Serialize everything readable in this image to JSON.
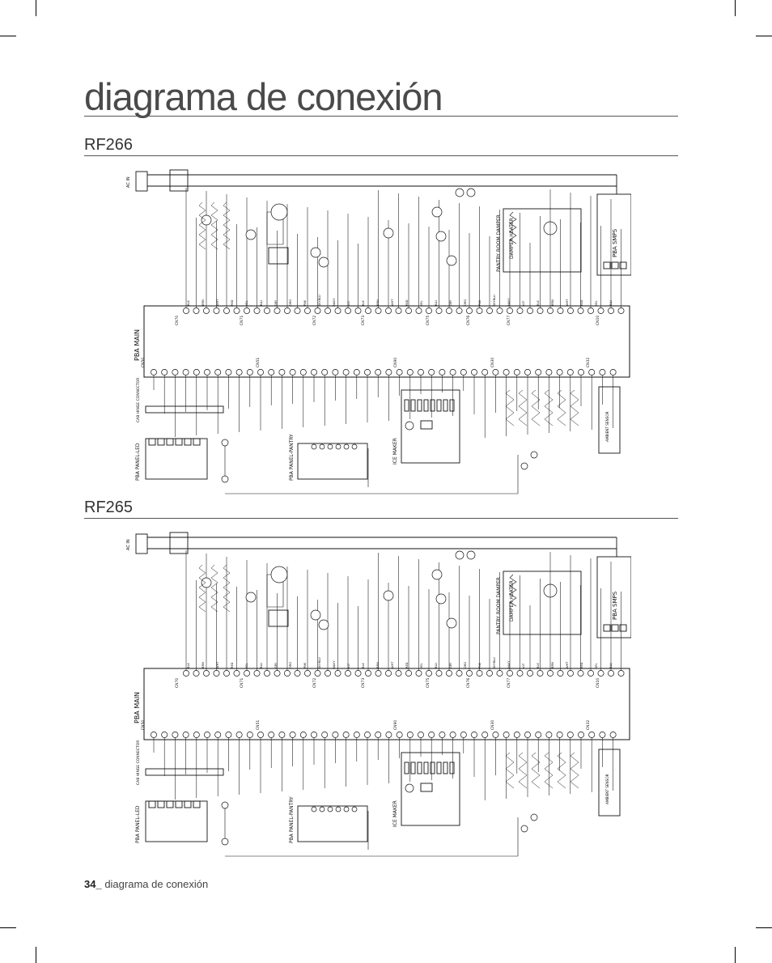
{
  "page": {
    "title": "diagrama de conexión",
    "footer_number": "34_",
    "footer_text": " diagrama de conexión"
  },
  "sections": [
    {
      "model": "RF266"
    },
    {
      "model": "RF265"
    }
  ],
  "diagram_labels": {
    "pba_main": "PBA MAIN",
    "pba_smps": "PBA SMPS",
    "pantry_room_damper": "PANTRY ROOM DAMPER",
    "damper_heater": "DAMPER HEATER",
    "pba_panel_led": "PBA PANEL-LED",
    "pba_panel_pantry": "PBA PANEL-PANTRY",
    "ice_maker": "ICE MAKER",
    "cab_hinge_connector": "CAB HINGE CONNECTOR",
    "ambient_sensor": "AMBIENT SENSOR",
    "ac_line": "AC IN",
    "connectors_top": [
      "CN70",
      "CN71",
      "CN72",
      "CN73",
      "CN75",
      "CN76",
      "CN77",
      "CN10"
    ],
    "connectors_bottom": [
      "CN50",
      "CN51",
      "CN90",
      "CN30",
      "CN32"
    ],
    "wire_colors": [
      "BLK",
      "BRN",
      "WHT",
      "RED",
      "YEL",
      "BLU",
      "GRY",
      "ORG",
      "PNK",
      "SKYBLU",
      "NAVY",
      "VLT"
    ]
  }
}
